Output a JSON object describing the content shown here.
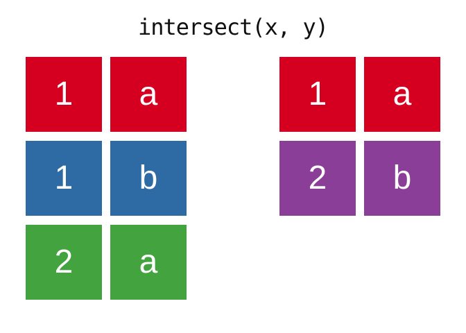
{
  "title": "intersect(x, y)",
  "colors": {
    "background": "#FFFFFF",
    "title_text": "#111111",
    "cell_text": "#FFFFFF",
    "red": "#D5001F",
    "blue": "#2E6BA4",
    "green": "#43A33E",
    "purple": "#8B3E98"
  },
  "tables": [
    {
      "side": "left",
      "rows": [
        {
          "color_name": "red",
          "hex": "#D5001F",
          "cells": [
            "1",
            "a"
          ]
        },
        {
          "color_name": "blue",
          "hex": "#2E6BA4",
          "cells": [
            "1",
            "b"
          ]
        },
        {
          "color_name": "green",
          "hex": "#43A33E",
          "cells": [
            "2",
            "a"
          ]
        }
      ]
    },
    {
      "side": "right",
      "rows": [
        {
          "color_name": "red",
          "hex": "#D5001F",
          "cells": [
            "1",
            "a"
          ]
        },
        {
          "color_name": "purple",
          "hex": "#8B3E98",
          "cells": [
            "2",
            "b"
          ]
        }
      ]
    }
  ]
}
